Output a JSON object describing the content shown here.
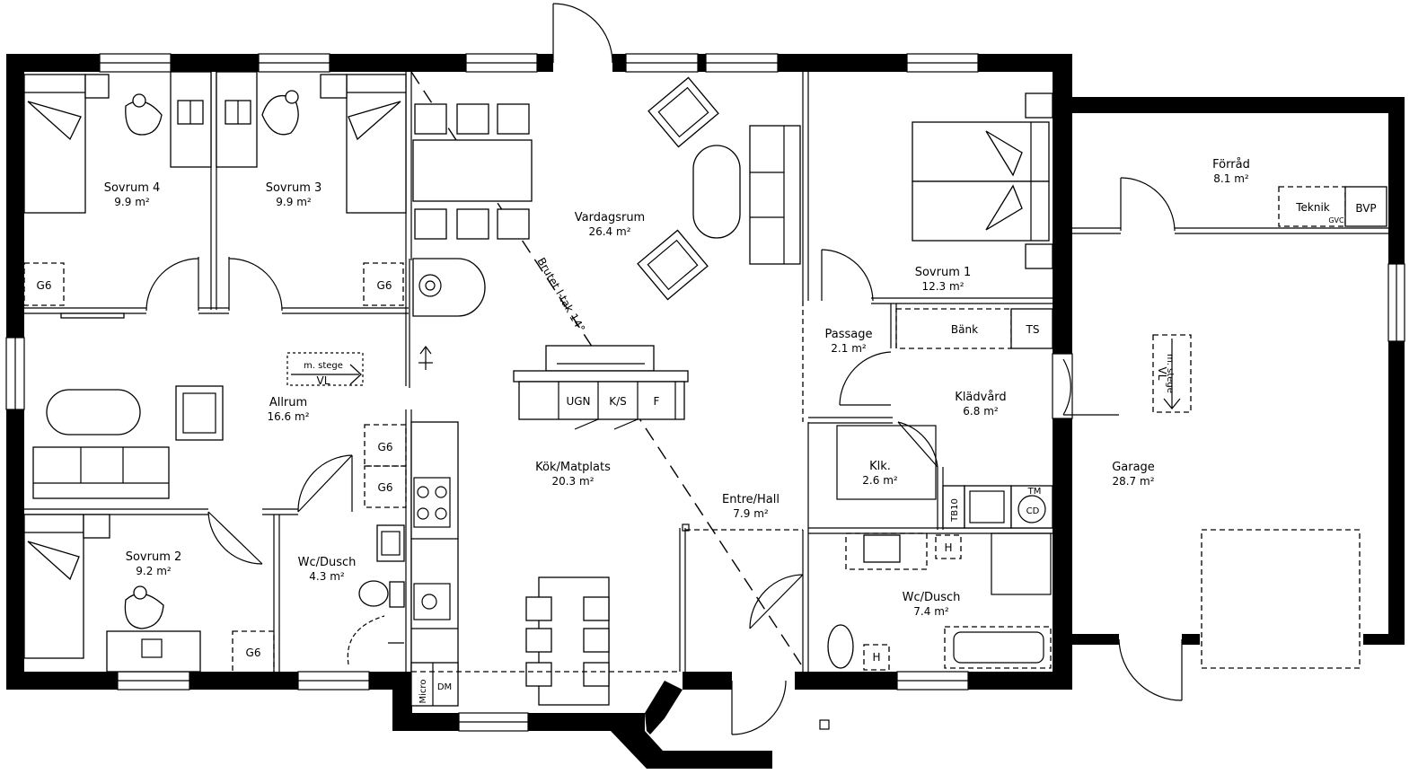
{
  "rooms": {
    "sovrum4": {
      "name": "Sovrum 4",
      "area": "9.9 m²"
    },
    "sovrum3": {
      "name": "Sovrum 3",
      "area": "9.9 m²"
    },
    "vardagsrum": {
      "name": "Vardagsrum",
      "area": "26.4 m²"
    },
    "sovrum1": {
      "name": "Sovrum 1",
      "area": "12.3 m²"
    },
    "forrad": {
      "name": "Förråd",
      "area": "8.1 m²"
    },
    "passage": {
      "name": "Passage",
      "area": "2.1 m²"
    },
    "kladvard": {
      "name": "Klädvård",
      "area": "6.8 m²"
    },
    "allrum": {
      "name": "Allrum",
      "area": "16.6 m²"
    },
    "kok": {
      "name": "Kök/Matplats",
      "area": "20.3 m²"
    },
    "klk": {
      "name": "Klk.",
      "area": "2.6 m²"
    },
    "garage": {
      "name": "Garage",
      "area": "28.7 m²"
    },
    "entre": {
      "name": "Entre/Hall",
      "area": "7.9 m²"
    },
    "sovrum2": {
      "name": "Sovrum 2",
      "area": "9.2 m²"
    },
    "wc1": {
      "name": "Wc/Dusch",
      "area": "4.3 m²"
    },
    "wc2": {
      "name": "Wc/Dusch",
      "area": "7.4 m²"
    }
  },
  "labels": {
    "g6": "G6",
    "ugn": "UGN",
    "ks": "K/S",
    "f": "F",
    "micro": "Micro",
    "dm": "DM",
    "bank": "Bänk",
    "ts": "TS",
    "tb10": "TB10",
    "tm": "TM",
    "cd": "CD",
    "h": "H",
    "teknik": "Teknik",
    "bvp": "BVP",
    "gvc": "GVC",
    "m_stege": "m. stege",
    "vl": "VL",
    "brutet": "Brutet l-tak 14°"
  }
}
